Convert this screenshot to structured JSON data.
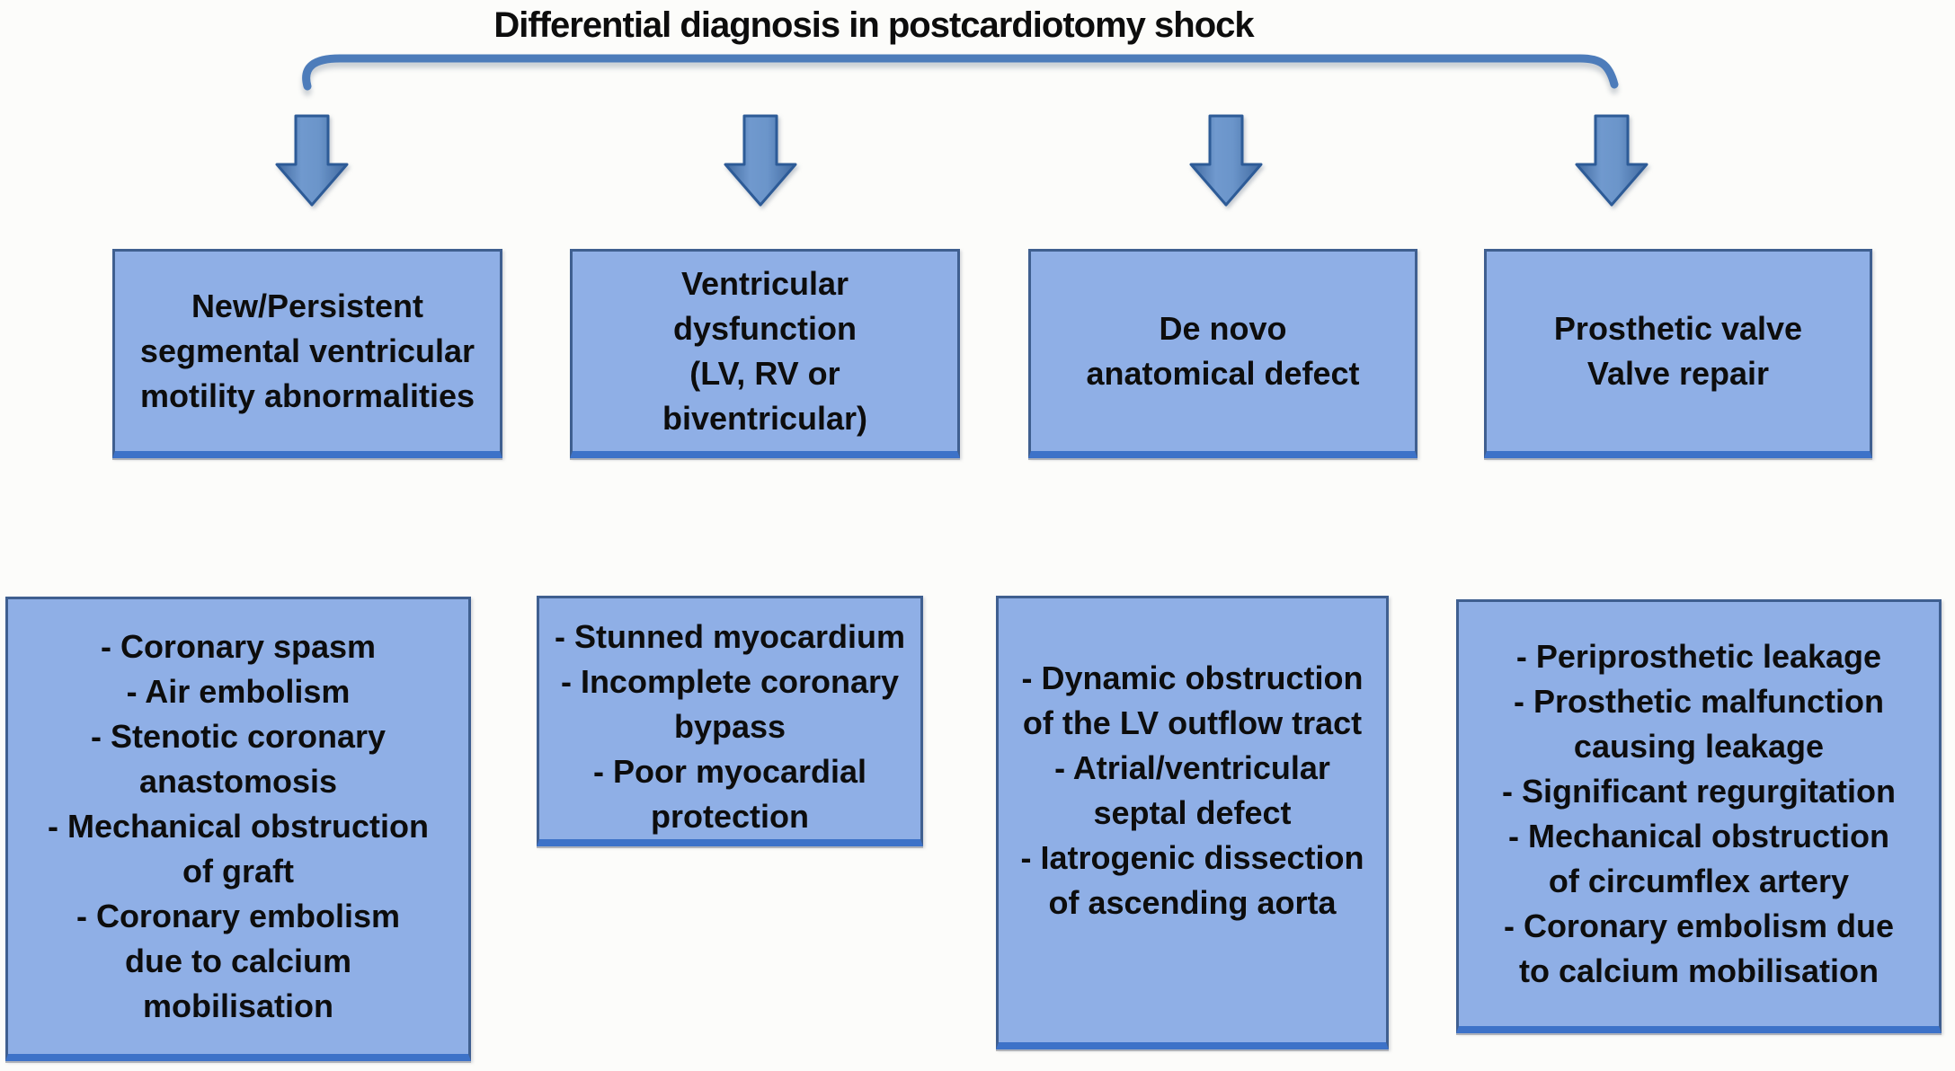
{
  "title": "Differential diagnosis in postcardiotomy shock",
  "icons": {
    "flow_arrow": "down-block-arrow",
    "bracket": "span-brace-line"
  },
  "colors": {
    "background": "#fcfcfa",
    "text": "#0d0d0d",
    "box_fill": "#8fafe6",
    "box_border": "#3f5f90",
    "box_border_bottom": "#3d72c8",
    "arrow_fill_light": "#7099ce",
    "arrow_fill_dark": "#40699f",
    "arrow_stroke": "#2d5b97",
    "bracket": "#4d7cba"
  },
  "columns": [
    {
      "category": {
        "lines": [
          "New/Persistent",
          "segmental ventricular",
          "motility abnormalities"
        ]
      },
      "causes": {
        "lines": [
          "- Coronary spasm",
          "- Air embolism",
          "- Stenotic coronary",
          "anastomosis",
          "- Mechanical obstruction",
          "of graft",
          "- Coronary embolism",
          "due to calcium",
          "mobilisation"
        ]
      }
    },
    {
      "category": {
        "lines": [
          "Ventricular",
          "dysfunction",
          "(LV, RV or",
          "biventricular)"
        ]
      },
      "causes": {
        "lines": [
          "- Stunned myocardium",
          "- Incomplete coronary",
          "bypass",
          "- Poor myocardial",
          "protection"
        ]
      }
    },
    {
      "category": {
        "lines": [
          "De novo",
          "anatomical defect"
        ]
      },
      "causes": {
        "lines": [
          "- Dynamic obstruction",
          "of the LV outflow tract",
          "- Atrial/ventricular",
          "septal defect",
          "- Iatrogenic dissection",
          "of ascending aorta"
        ]
      }
    },
    {
      "category": {
        "lines": [
          "Prosthetic valve",
          "Valve repair"
        ]
      },
      "causes": {
        "lines": [
          "- Periprosthetic leakage",
          "- Prosthetic malfunction",
          "causing leakage",
          "- Significant regurgitation",
          "- Mechanical obstruction",
          "of circumflex artery",
          "- Coronary embolism due",
          "to calcium mobilisation"
        ]
      }
    }
  ]
}
